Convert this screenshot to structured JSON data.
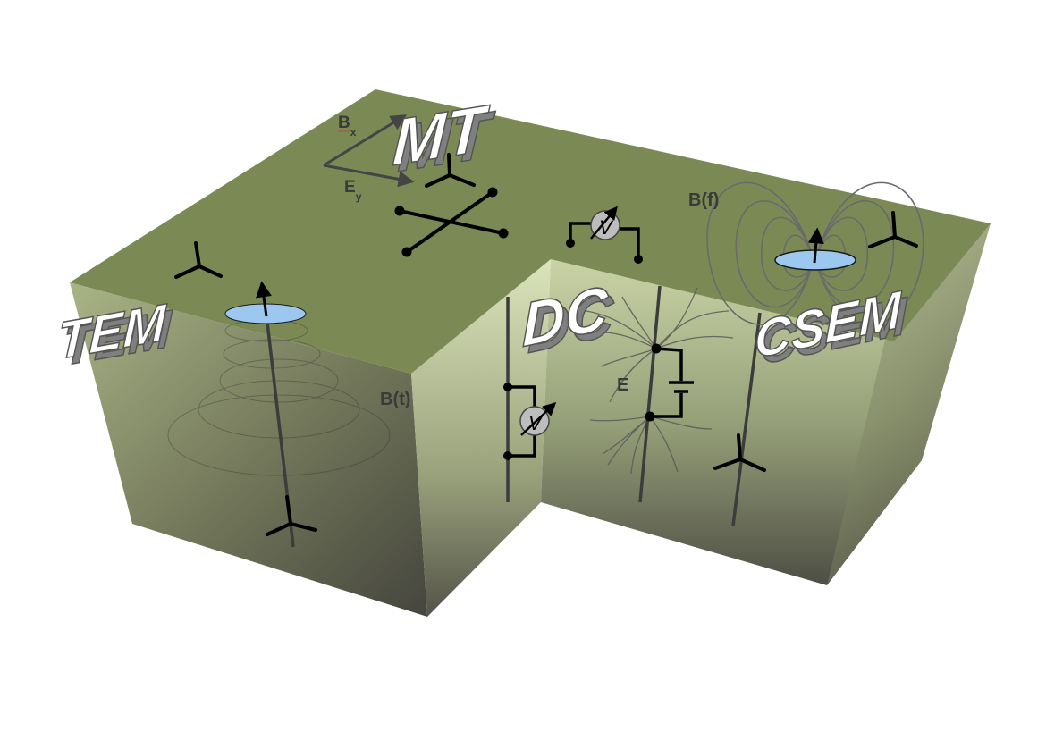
{
  "diagram": {
    "methods": {
      "mt": "MT",
      "tem": "TEM",
      "dc": "DC",
      "csem": "CSEM"
    },
    "labels": {
      "bx_main": "B",
      "bx_sub": "x",
      "ey_main": "E",
      "ey_sub": "y",
      "b_time": "B(t)",
      "b_freq": "B(f)",
      "e_field": "E",
      "voltmeter_symbol": "V"
    },
    "colors": {
      "top_surface": "#7b8a55",
      "side_light": "#c9d5a6",
      "side_dark": "#4a4a42",
      "loop_fill": "#9cc8ef",
      "line": "#3c3c3c",
      "wire": "#000000",
      "label_fill": "#ffffff",
      "label_shadow": "#8a8a8a"
    }
  }
}
